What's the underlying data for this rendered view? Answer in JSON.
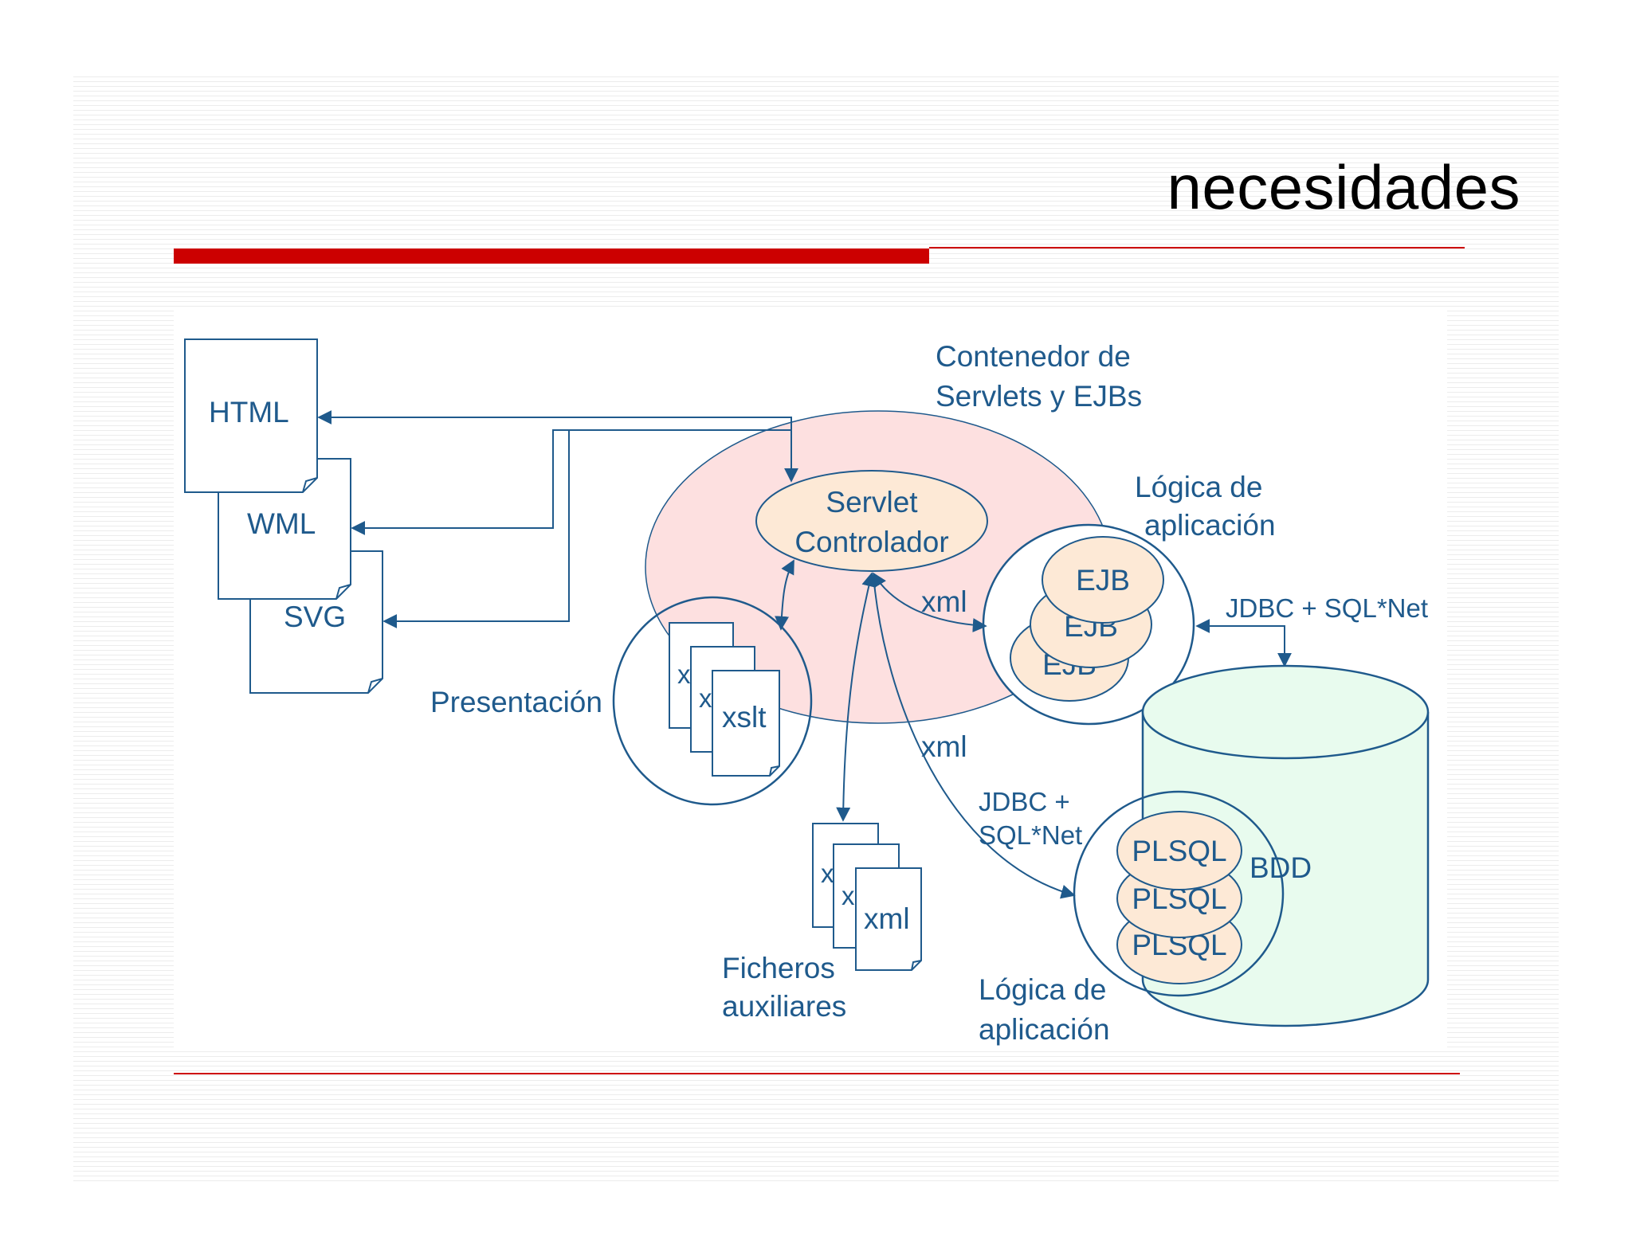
{
  "slide": {
    "title": "necesidades"
  },
  "diagram": {
    "container_label_line1": "Contenedor de",
    "container_label_line2": "Servlets y EJBs",
    "outputs": [
      "HTML",
      "WML",
      "SVG"
    ],
    "servlet_line1": "Servlet",
    "servlet_line2": "Controlador",
    "logic_top_line1": "Lógica de",
    "logic_top_line2": "aplicación",
    "ejb": [
      "EJB",
      "EJB",
      "EJB"
    ],
    "xml_edge_ejb": "xml",
    "xml_edge_db": "xml",
    "jdbc_ejb": "JDBC + SQL*Net",
    "jdbc_db_line1": "JDBC +",
    "jdbc_db_line2": "SQL*Net",
    "presentation": "Presentación",
    "xslt_docs": [
      "x",
      "x",
      "xslt"
    ],
    "xml_docs": [
      "x",
      "x",
      "xml"
    ],
    "aux_line1": "Ficheros",
    "aux_line2": "auxiliares",
    "plsql": [
      "PLSQL",
      "PLSQL",
      "PLSQL"
    ],
    "db_label": "BDD",
    "logic_bottom_line1": "Lógica de",
    "logic_bottom_line2": "aplicación"
  },
  "colors": {
    "accent_red": "#cc0000",
    "line_blue": "#1f5a8c",
    "container_fill": "#fde0e0",
    "component_fill": "#fde9d6",
    "db_fill": "#e8fbee"
  }
}
